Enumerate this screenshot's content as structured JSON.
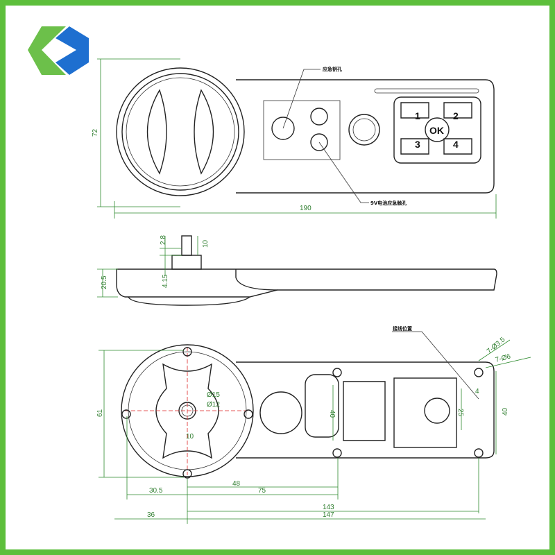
{
  "colors": {
    "border": "#5dbf3c",
    "dimension": "#2e8b2e",
    "centerline": "#dd2222",
    "logo_green": "#6cc04a",
    "logo_blue": "#1e6fd0"
  },
  "logo": {
    "name": "company-logo"
  },
  "top_view": {
    "labels": {
      "emergency_key_hole": "应急钥孔",
      "battery_contact": "9V电池应急触孔"
    },
    "keys": [
      "1",
      "2",
      "3",
      "4"
    ],
    "ok_key": "OK",
    "dims": {
      "height": "72",
      "length": "190"
    }
  },
  "side_view": {
    "dims": {
      "pin_offset": "2.8",
      "pin_height": "10",
      "thickness": "20.5",
      "base": "4.15"
    }
  },
  "bottom_view": {
    "label": "接线位置",
    "dims": {
      "height": "61",
      "d15": "Ø15",
      "d12": "Ø12",
      "d10": "10",
      "mid40": "40",
      "d25": "25",
      "d4": "4",
      "right40": "40",
      "holes_small": "7-Ø3.5",
      "holes_large": "7-Ø6",
      "w30_5": "30.5",
      "w48": "48",
      "w75": "75",
      "w36": "36",
      "w143": "143",
      "w147": "147"
    }
  }
}
